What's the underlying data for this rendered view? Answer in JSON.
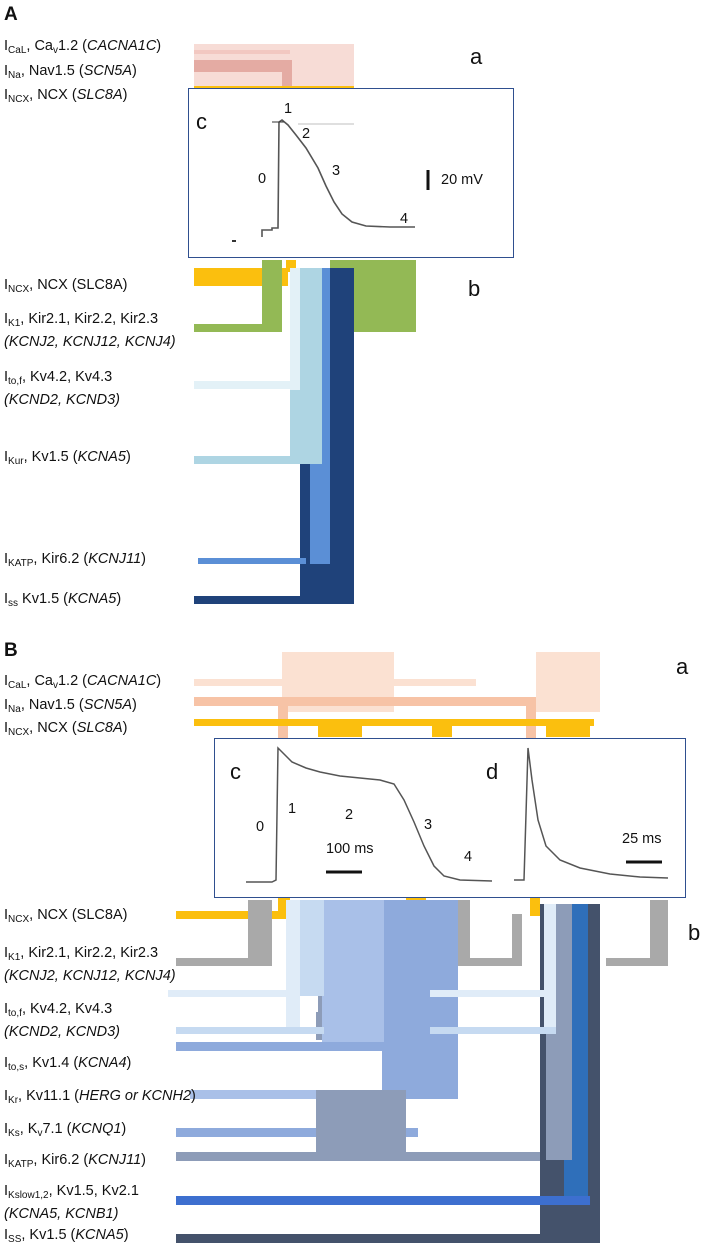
{
  "panel_a": {
    "letter": "A",
    "sub_a": "a",
    "sub_b": "b",
    "inset": {
      "letter": "c",
      "phases": [
        "0",
        "1",
        "2",
        "3",
        "4"
      ],
      "scale_label": "20 mV"
    },
    "labels": {
      "ical": {
        "i": "I",
        "sub": "CaL",
        "rest": ", Ca",
        "sub2": "v",
        "rest2": "1.2 (",
        "gene": "CACNA1C",
        "end": ")"
      },
      "ina": {
        "i": "I",
        "sub": "Na",
        "rest": ", Nav1.5 (",
        "gene": "SCN5A",
        "end": ")"
      },
      "incx_top": {
        "i": "I",
        "sub": "NCX",
        "rest": ", NCX (",
        "gene": "SLC8A",
        "end": ")"
      },
      "incx_b": {
        "i": "I",
        "sub": "NCX",
        "rest": ", NCX (SLC8A)"
      },
      "ik1": {
        "i": "I",
        "sub": "K1",
        "rest": ", Kir2.1, Kir2.2, Kir2.3",
        "line2": "(KCNJ2, KCNJ12, KCNJ4)"
      },
      "itof": {
        "i": "I",
        "sub": "to,f",
        "rest": ", Kv4.2, Kv4.3",
        "line2": "(KCND2, KCND3)"
      },
      "ikur": {
        "i": "I",
        "sub": "Kur",
        "rest": ", Kv1.5 (",
        "gene": "KCNA5",
        "end": ")"
      },
      "ikatp": {
        "i": "I",
        "sub": "KATP",
        "rest": ", Kir6.2 (",
        "gene": "KCNJ11",
        "end": ")"
      },
      "iss": {
        "i": "I",
        "sub": "ss",
        "rest": " Kv1.5 (",
        "gene": "KCNA5",
        "end": ")"
      }
    }
  },
  "panel_b": {
    "letter": "B",
    "sub_a": "a",
    "sub_b": "b",
    "inset_c": {
      "letter": "c",
      "phases": [
        "0",
        "1",
        "2",
        "3",
        "4"
      ],
      "scale_label": "100 ms"
    },
    "inset_d": {
      "letter": "d",
      "scale_label": "25 ms"
    },
    "labels": {
      "ical": {
        "i": "I",
        "sub": "CaL",
        "rest": ", Ca",
        "sub2": "v",
        "rest2": "1.2 (",
        "gene": "CACNA1C",
        "end": ")"
      },
      "ina": {
        "i": "I",
        "sub": "Na",
        "rest": ", Nav1.5 (",
        "gene": "SCN5A",
        "end": ")"
      },
      "incx_top": {
        "i": "I",
        "sub": "NCX",
        "rest": ", NCX (",
        "gene": "SLC8A",
        "end": ")"
      },
      "incx_b": {
        "i": "I",
        "sub": "NCX",
        "rest": ", NCX (SLC8A)"
      },
      "ik1": {
        "i": "I",
        "sub": "K1",
        "rest": ", Kir2.1, Kir2.2, Kir2.3",
        "line2": "(KCNJ2, KCNJ12, KCNJ4)"
      },
      "itof": {
        "i": "I",
        "sub": "to,f",
        "rest": ", Kv4.2, Kv4.3",
        "line2": "(KCND2, KCND3)"
      },
      "itos": {
        "i": "I",
        "sub": "to,s",
        "rest": ", Kv1.4 (",
        "gene": "KCNA4",
        "end": ")"
      },
      "ikr": {
        "i": "I",
        "sub": "Kr",
        "rest": ", Kv11.1 (",
        "gene": "HERG or KCNH2",
        "end": ")"
      },
      "iks": {
        "i": "I",
        "sub": "Ks",
        "rest": ", K",
        "sub2": "v",
        "rest2": "7.1 (",
        "gene": "KCNQ1",
        "end": ")"
      },
      "ikatp": {
        "i": "I",
        "sub": "KATP",
        "rest": ", Kir6.2 (",
        "gene": "KCNJ11",
        "end": ")"
      },
      "ikslow": {
        "i": "I",
        "sub": "Kslow1,2",
        "rest": ", Kv1.5, Kv2.1",
        "line2": "(KCNA5, KCNB1)"
      },
      "iss": {
        "i": "I",
        "sub": "SS",
        "rest": ", Kv1.5 (",
        "gene": "KCNA5",
        "end": ")"
      }
    }
  },
  "colors": {
    "cal": "#f4d6d0",
    "na": "#e6b0a8",
    "ncx": "#fbbf0e",
    "k1": "#93b955",
    "tof": "#ddeef6",
    "kur": "#aed5e3",
    "katp": "#5b8fd6",
    "ss": "#1f427a",
    "box": "#2f4f8f"
  }
}
